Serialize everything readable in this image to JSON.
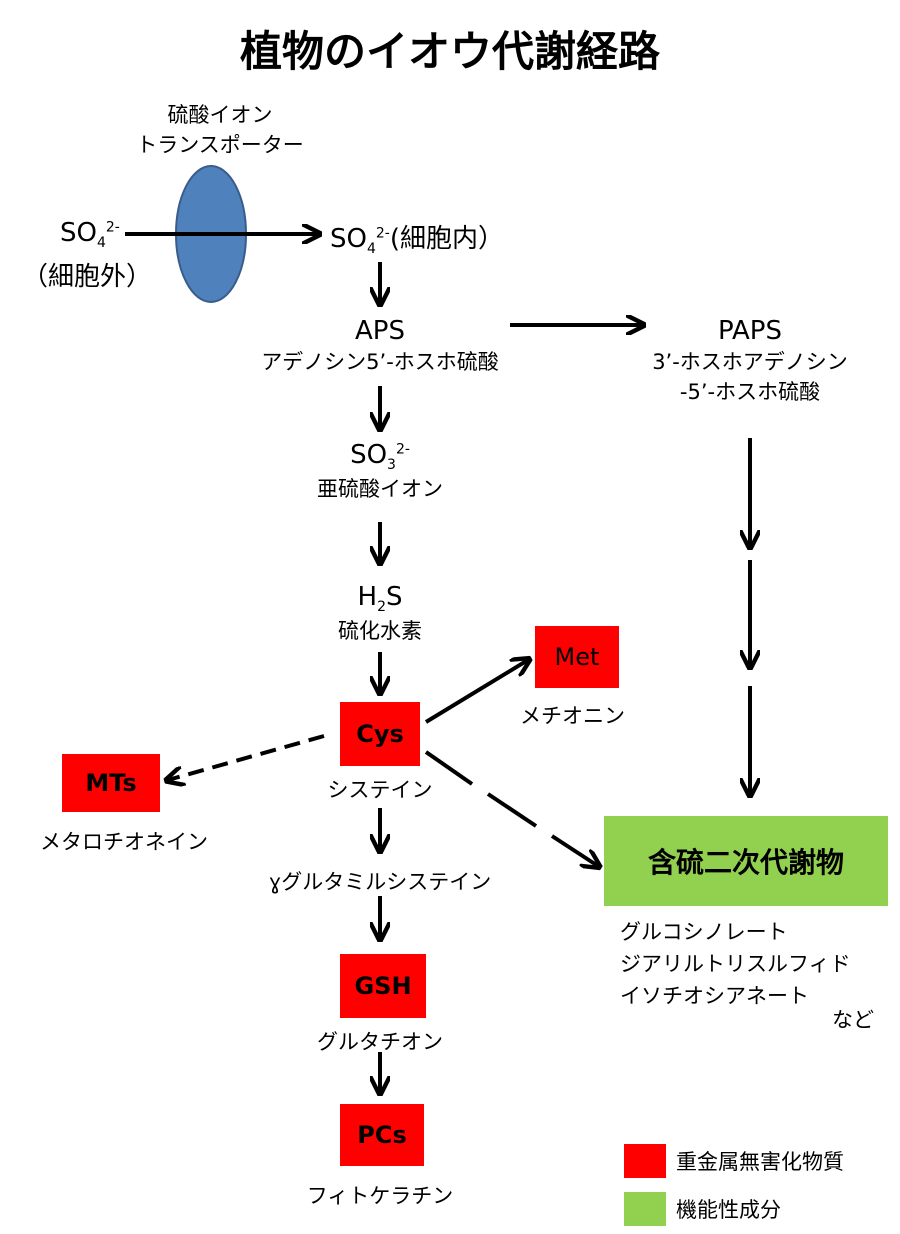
{
  "title": "植物のイオウ代謝経路",
  "transporter": {
    "line1": "硫酸イオン",
    "line2": "トランスポーター"
  },
  "outside": {
    "formula": "SO",
    "sub": "4",
    "sup": "2-",
    "label": "（細胞外）"
  },
  "inside": {
    "formula": "SO",
    "sub": "4",
    "sup": "2-",
    "label": "(細胞内）"
  },
  "aps": {
    "name": "APS",
    "desc": "アデノシン5’-ホスホ硫酸"
  },
  "paps": {
    "name": "PAPS",
    "desc1": "3’-ホスホアデノシン",
    "desc2": "-5’-ホスホ硫酸"
  },
  "sulfite": {
    "formula": "SO",
    "sub": "3",
    "sup": "2-",
    "desc": "亜硫酸イオン"
  },
  "h2s": {
    "h": "H",
    "sub": "2",
    "s": "S",
    "desc": "硫化水素"
  },
  "met": {
    "name": "Met",
    "desc": "メチオニン"
  },
  "cys": {
    "name": "Cys",
    "desc": "システイン"
  },
  "mts": {
    "name": "MTs",
    "desc": "メタロチオネイン"
  },
  "glucys": {
    "desc": "ɣグルタミルシステイン"
  },
  "gsh": {
    "name": "GSH",
    "desc": "グルタチオン"
  },
  "pcs": {
    "name": "PCs",
    "desc": "フィトケラチン"
  },
  "secondary": {
    "name": "含硫二次代謝物",
    "items": [
      "グルコシノレート",
      "ジアリルトリスルフィド",
      "イソチオシアネート"
    ],
    "etc": "など"
  },
  "legend": [
    {
      "label": "重金属無害化物質",
      "color": "#ff0000"
    },
    {
      "label": "機能性成分",
      "color": "#92d050"
    }
  ],
  "colors": {
    "ellipse": "#4f81bd",
    "ellipse_border": "#385d8a",
    "red": "#ff0000",
    "green": "#92d050"
  }
}
